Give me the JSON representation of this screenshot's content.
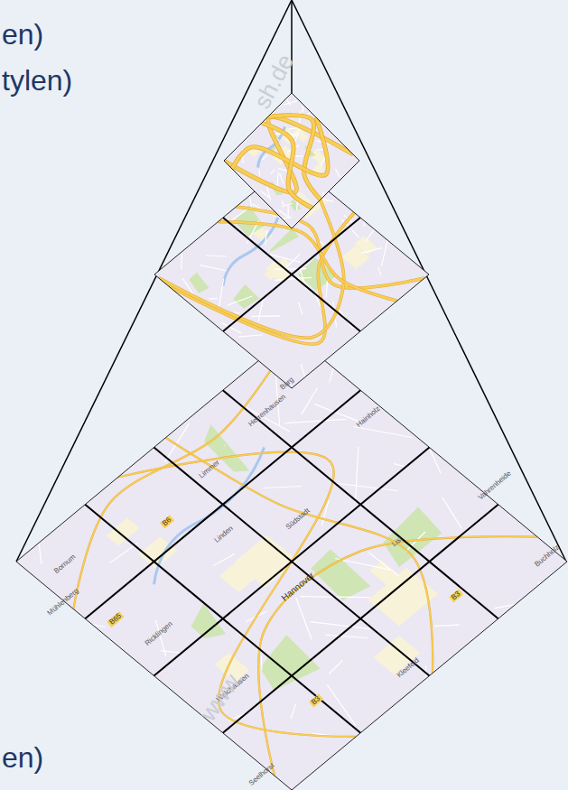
{
  "diagram": {
    "labels": [
      "en)",
      "tylen)",
      "sh.de",
      "Burg",
      "Herrenhausen",
      "Hainholz",
      "Vahrenheide",
      "Limmer",
      "B6",
      "Linden",
      "Südstadt",
      "Hannover",
      "List",
      "Bornum",
      "Mühlenberg",
      "B65",
      "Ricklingen",
      "B3",
      "Buchholz",
      "Kleefeld",
      "Waldhausen",
      "B3",
      "Seelhorst",
      "www.",
      "en)"
    ]
  }
}
